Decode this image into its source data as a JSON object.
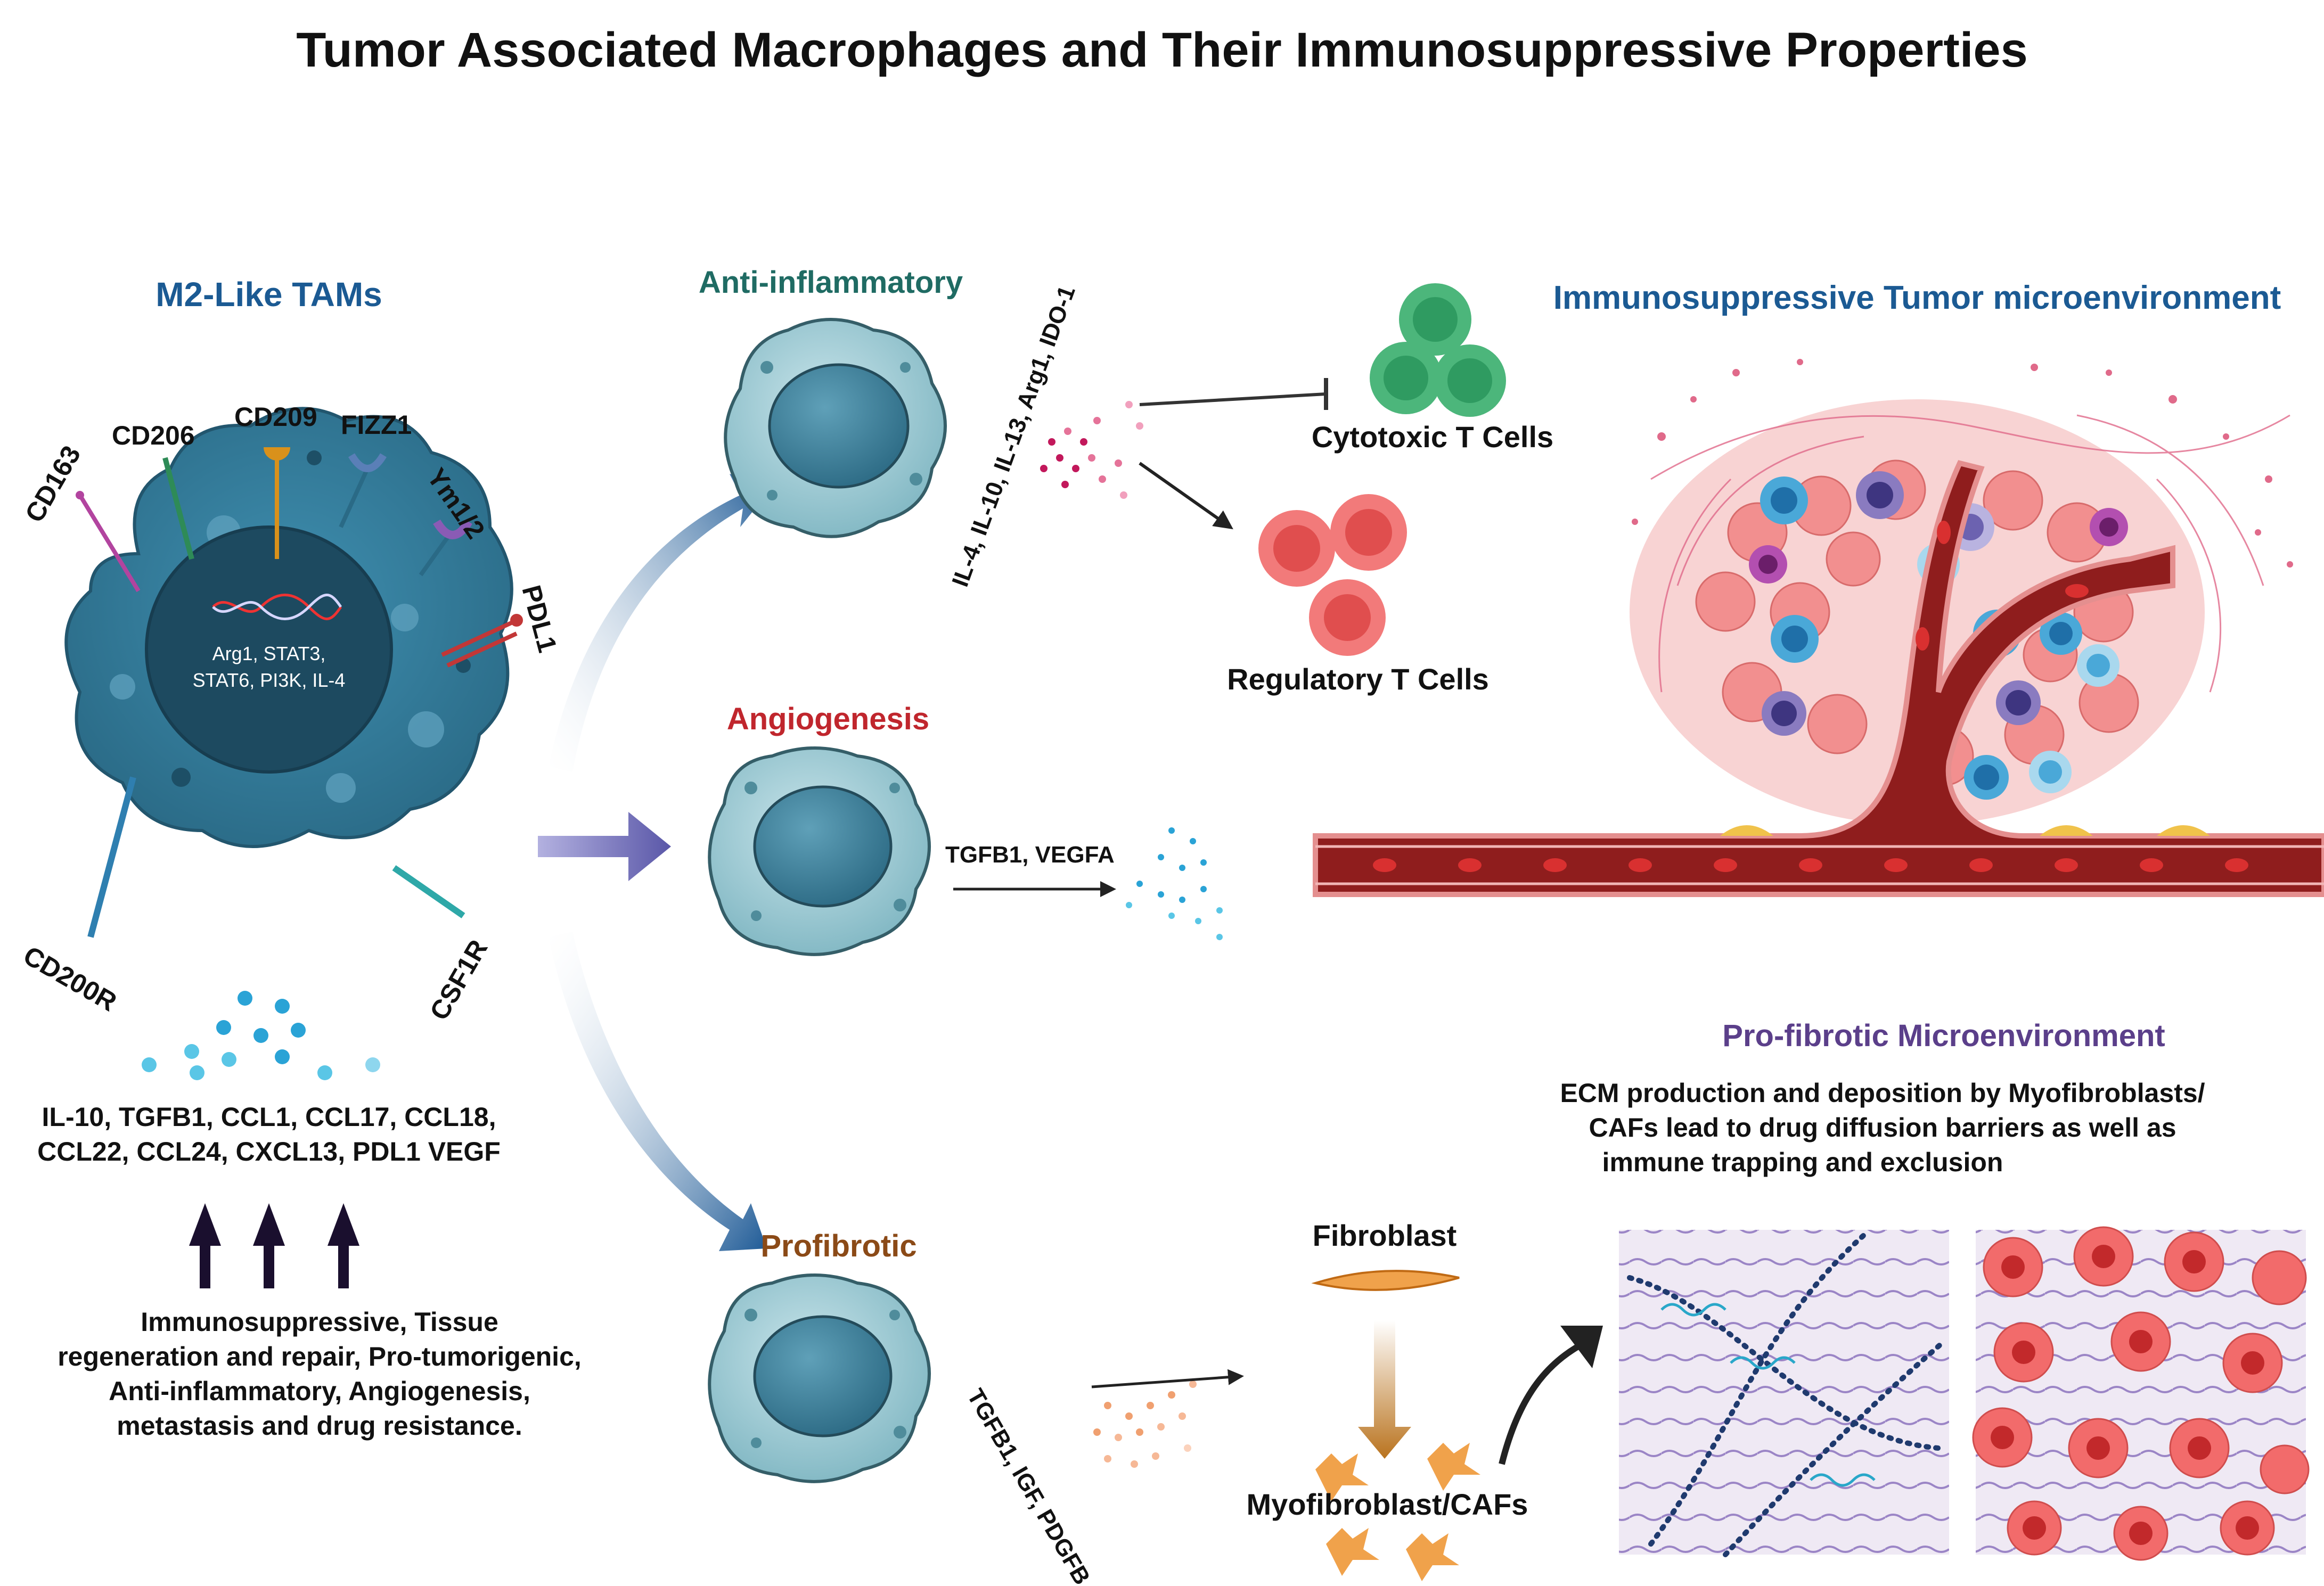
{
  "title": "Tumor Associated Macrophages and Their Immunosuppressive Properties",
  "m2": {
    "heading": "M2-Like TAMs",
    "receptors": [
      "CD163",
      "CD206",
      "CD209",
      "FIZZ1",
      "Ym1/2",
      "PDL1",
      "CD200R",
      "CSF1R"
    ],
    "nucleus_lines": [
      "Arg1, STAT3,",
      "STAT6, PI3K, IL-4"
    ],
    "secreted_lines": [
      "IL-10, TGFB1, CCL1, CCL17, CCL18,",
      "CCL22, CCL24, CXCL13, PDL1 VEGF"
    ],
    "function_lines": [
      "Immunosuppressive, Tissue",
      "regeneration and repair, Pro-tumorigenic,",
      "Anti-inflammatory,  Angiogenesis,",
      "metastasis and drug resistance."
    ]
  },
  "anti_inflammatory": {
    "heading": "Anti-inflammatory",
    "factors": "IL-4, IL-10, IL-13, Arg1, IDO-1",
    "cytotoxic": "Cytotoxic T Cells",
    "regulatory": "Regulatory T Cells"
  },
  "angiogenesis": {
    "heading": "Angiogenesis",
    "factors": "TGFB1, VEGFA"
  },
  "profibrotic": {
    "heading": "Profibrotic",
    "factors": "TGFB1, IGF, PDGFB",
    "fibroblast": "Fibroblast",
    "myofibroblast": "Myofibroblast/CAFs"
  },
  "tme": {
    "heading": "Immunosuppressive Tumor microenvironment"
  },
  "pro_fibrotic_env": {
    "heading": "Pro-fibrotic Microenvironment",
    "desc_lines": [
      "ECM production and deposition by Myofibroblasts/",
      "CAFs lead to drug diffusion barriers as well as",
      "immune trapping and exclusion"
    ]
  },
  "colors": {
    "tam_dark": "#2f7390",
    "teal_heading": "#1f6b63",
    "blue_heading": "#1b5a93",
    "red_heading": "#c0262d",
    "brown_heading": "#8b4a17",
    "purple_heading": "#5b3f8a",
    "vessel": "#8f1d1d"
  }
}
